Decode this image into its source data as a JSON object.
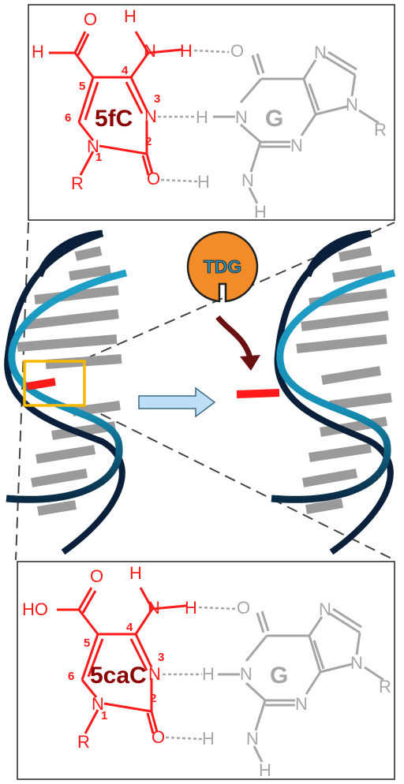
{
  "top_panel": {
    "base_label": "5fC",
    "partner_label": "G",
    "substituent": "H",
    "atoms": {
      "H": "H",
      "O": "O",
      "N": "N",
      "R": "R"
    },
    "ring_numbers": [
      "1",
      "2",
      "3",
      "4",
      "5",
      "6"
    ]
  },
  "bottom_panel": {
    "base_label": "5caC",
    "partner_label": "G",
    "substituent": "HO",
    "atoms": {
      "H": "H",
      "O": "O",
      "N": "N",
      "R": "R"
    },
    "ring_numbers": [
      "1",
      "2",
      "3",
      "4",
      "5",
      "6"
    ]
  },
  "enzyme": {
    "label": "TDG"
  },
  "colors": {
    "modified_base": "#ff1a1a",
    "guanine": "#a6a6a6",
    "enzyme_fill": "#f28c28",
    "enzyme_text": "#2e8fb0",
    "dna_backbone_light": "#1fa0c8",
    "dna_backbone_dark": "#0a1f3a",
    "base_pair": "#999999",
    "highlight_box": "#f5b800",
    "process_arrow": "#bde0f7",
    "enzyme_arrow": "#6b1010"
  }
}
